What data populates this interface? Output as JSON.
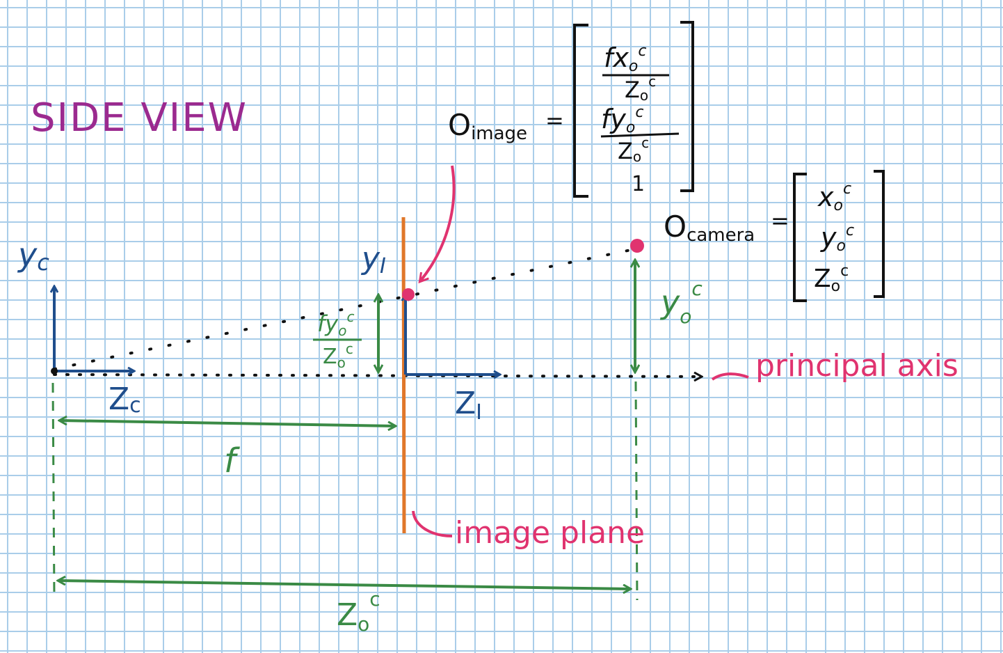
{
  "title": "SIDE VIEW",
  "labels": {
    "yc": "y",
    "yc_sub": "c",
    "zc": "Z",
    "zc_sub": "c",
    "yi": "y",
    "yi_sub": "I",
    "zi": "Z",
    "zi_sub": "I",
    "f": "f",
    "fyo_num": "fy",
    "fyo_sub": "o",
    "fyo_sup": "c",
    "fyo_den": "Z",
    "fyo_den_sub": "o",
    "fyo_den_sup": "c",
    "yo": "y",
    "yo_sub": "o",
    "yo_sup": "c",
    "zo": "Z",
    "zo_sub": "o",
    "zo_sup": "c",
    "principal_axis": "principal axis",
    "image_plane": "image plane"
  },
  "o_image": {
    "name": "O",
    "sub": "image",
    "eq": "=",
    "row1_num": "fx",
    "row1_num_sub": "o",
    "row1_num_sup": "c",
    "row1_den": "Z",
    "row1_den_sub": "o",
    "row1_den_sup": "c",
    "row2_num": "fy",
    "row2_num_sub": "o",
    "row2_num_sup": "c",
    "row2_den": "Z",
    "row2_den_sub": "o",
    "row2_den_sup": "c",
    "row3": "1"
  },
  "o_camera": {
    "name": "O",
    "sub": "camera",
    "eq": "=",
    "row1": "x",
    "row1_sub": "o",
    "row1_sup": "c",
    "row2": "y",
    "row2_sub": "o",
    "row2_sup": "c",
    "row3": "Z",
    "row3_sub": "o",
    "row3_sup": "c"
  },
  "colors": {
    "blue": "#1f4e8c",
    "green": "#3a8a45",
    "pink": "#e0336f",
    "orange": "#e0772a",
    "purple": "#9b2a8f"
  }
}
